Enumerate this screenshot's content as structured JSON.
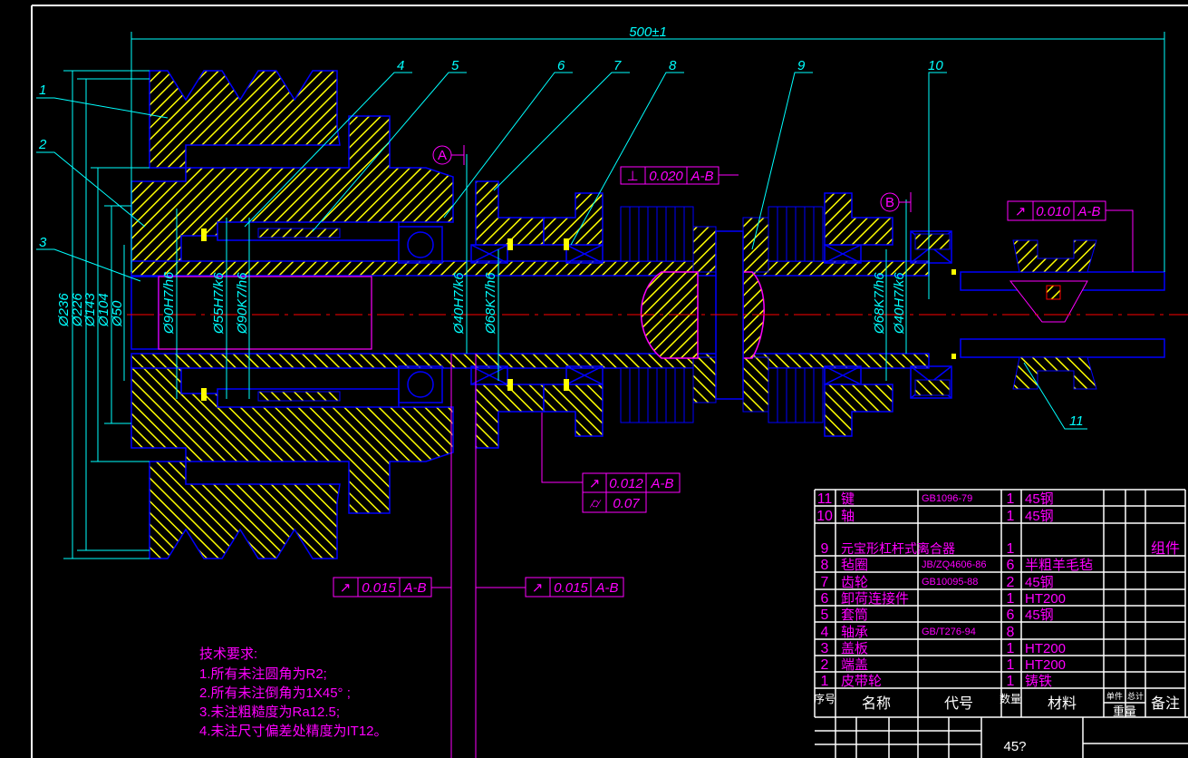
{
  "colors": {
    "background": "#000000",
    "outline": "#0000ff",
    "hatch": "#ffff00",
    "dimension": "#00ffff",
    "annotation": "#ff00ff",
    "centerline": "#ff0000",
    "frame": "#ffffff"
  },
  "dimensions": {
    "overall_length": "500±1",
    "diameters": [
      "Ø236",
      "Ø226",
      "Ø143",
      "Ø104",
      "Ø50"
    ],
    "fits": [
      "Ø90H7/h6",
      "Ø55H7/k6",
      "Ø90K7/h6",
      "Ø40H7/k6",
      "Ø68K7/h6",
      "Ø68K7/h6",
      "Ø40H7/k6"
    ]
  },
  "balloons": [
    "1",
    "2",
    "3",
    "4",
    "5",
    "6",
    "7",
    "8",
    "9",
    "10",
    "11"
  ],
  "datums": [
    "A",
    "B"
  ],
  "tolerances": [
    {
      "symbol": "⊥",
      "value": "0.020",
      "datum": "A-B"
    },
    {
      "symbol": "↗",
      "value": "0.010",
      "datum": "A-B"
    },
    {
      "symbol": "↗",
      "value": "0.012",
      "datum": "A-B"
    },
    {
      "symbol": "⌭",
      "value": "0.07",
      "datum": ""
    },
    {
      "symbol": "↗",
      "value": "0.015",
      "datum": "A-B"
    },
    {
      "symbol": "↗",
      "value": "0.015",
      "datum": "A-B"
    }
  ],
  "notes": {
    "title": "技术要求:",
    "items": [
      "1.所有未注圆角为R2;",
      "2.所有未注倒角为1X45° ;",
      "3.未注粗糙度为Ra12.5;",
      "4.未注尺寸偏差处精度为IT12。"
    ]
  },
  "parts_table": {
    "rows": [
      {
        "no": "11",
        "name": "键",
        "code": "GB1096-79",
        "qty": "1",
        "material": "45钢",
        "remark": ""
      },
      {
        "no": "10",
        "name": "轴",
        "code": "",
        "qty": "1",
        "material": "45钢",
        "remark": ""
      },
      {
        "no": "9",
        "name": "元宝形杠杆式离合器",
        "code": "",
        "qty": "1",
        "material": "",
        "remark": "组件"
      },
      {
        "no": "8",
        "name": "毡圈",
        "code": "JB/ZQ4606-86",
        "qty": "6",
        "material": "半粗羊毛毡",
        "remark": ""
      },
      {
        "no": "7",
        "name": "齿轮",
        "code": "GB10095-88",
        "qty": "2",
        "material": "45钢",
        "remark": ""
      },
      {
        "no": "6",
        "name": "卸荷连接件",
        "code": "",
        "qty": "1",
        "material": "HT200",
        "remark": ""
      },
      {
        "no": "5",
        "name": "套筒",
        "code": "",
        "qty": "6",
        "material": "45钢",
        "remark": ""
      },
      {
        "no": "4",
        "name": "轴承",
        "code": "GB/T276-94",
        "qty": "8",
        "material": "",
        "remark": ""
      },
      {
        "no": "3",
        "name": "盖板",
        "code": "",
        "qty": "1",
        "material": "HT200",
        "remark": ""
      },
      {
        "no": "2",
        "name": "端盖",
        "code": "",
        "qty": "1",
        "material": "HT200",
        "remark": ""
      },
      {
        "no": "1",
        "name": "皮带轮",
        "code": "",
        "qty": "1",
        "material": "铸铁",
        "remark": ""
      }
    ],
    "header": {
      "no": "序号",
      "name": "名称",
      "code": "代号",
      "qty": "数量",
      "material": "材料",
      "unit_weight": "单件",
      "total_weight": "总计",
      "weight": "重量",
      "remark": "备注"
    }
  },
  "title_block": {
    "material_cell": "45?"
  }
}
